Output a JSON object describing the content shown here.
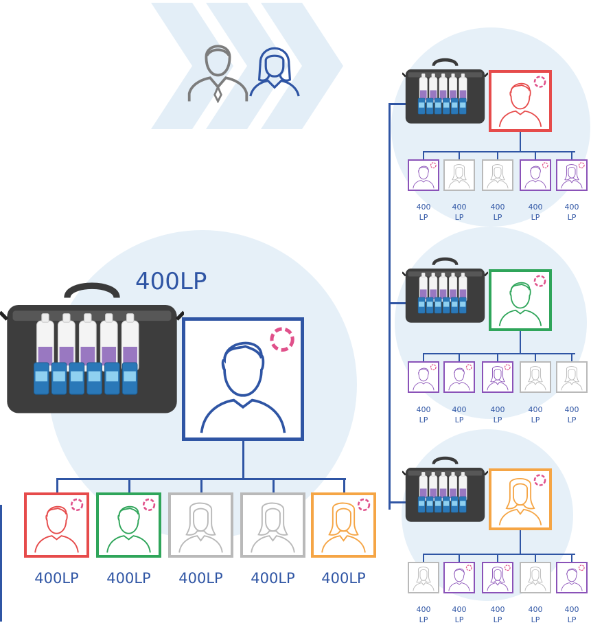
{
  "colors": {
    "blue": "#2f55a4",
    "red": "#e64b4b",
    "green": "#2fa55a",
    "gray": "#b9b9b9",
    "orange": "#f5a545",
    "purple": "#8a52b8",
    "pink_ring": "#e0508a",
    "bg_circle": "#e6f0f8",
    "chevron": "#e3eef7"
  },
  "header_icons": [
    "businessman-icon",
    "businesswoman-icon"
  ],
  "main": {
    "lp_title": "400LP",
    "leader_icon": "male-avatar-icon",
    "children": [
      {
        "color": "red",
        "icon": "male-avatar-icon",
        "label": "400LP"
      },
      {
        "color": "green",
        "icon": "male-avatar-icon",
        "label": "400LP"
      },
      {
        "color": "gray",
        "icon": "female-avatar-icon",
        "label": "400LP"
      },
      {
        "color": "gray",
        "icon": "female-avatar-icon",
        "label": "400LP"
      },
      {
        "color": "orange",
        "icon": "female-avatar-icon",
        "label": "400LP"
      }
    ]
  },
  "branches": [
    {
      "leader_color": "red",
      "leader_icon": "male-avatar-icon",
      "children": [
        {
          "color": "purple",
          "icon": "male-avatar-icon",
          "label_top": "400",
          "label_bottom": "LP"
        },
        {
          "color": "gray",
          "icon": "female-avatar-icon",
          "label_top": "400",
          "label_bottom": "LP"
        },
        {
          "color": "gray",
          "icon": "female-avatar-icon",
          "label_top": "400",
          "label_bottom": "LP"
        },
        {
          "color": "purple",
          "icon": "male-avatar-icon",
          "label_top": "400",
          "label_bottom": "LP"
        },
        {
          "color": "purple",
          "icon": "female-avatar-icon",
          "label_top": "400",
          "label_bottom": "LP"
        }
      ]
    },
    {
      "leader_color": "green",
      "leader_icon": "male-avatar-icon",
      "children": [
        {
          "color": "purple",
          "icon": "male-avatar-icon",
          "label_top": "400",
          "label_bottom": "LP"
        },
        {
          "color": "purple",
          "icon": "male-avatar-icon",
          "label_top": "400",
          "label_bottom": "LP"
        },
        {
          "color": "purple",
          "icon": "female-avatar-icon",
          "label_top": "400",
          "label_bottom": "LP"
        },
        {
          "color": "gray",
          "icon": "female-avatar-icon",
          "label_top": "400",
          "label_bottom": "LP"
        },
        {
          "color": "gray",
          "icon": "female-avatar-icon",
          "label_top": "400",
          "label_bottom": "LP"
        }
      ]
    },
    {
      "leader_color": "orange",
      "leader_icon": "female-avatar-icon",
      "children": [
        {
          "color": "gray",
          "icon": "female-avatar-icon",
          "label_top": "400",
          "label_bottom": "LP"
        },
        {
          "color": "purple",
          "icon": "male-avatar-icon",
          "label_top": "400",
          "label_bottom": "LP"
        },
        {
          "color": "purple",
          "icon": "female-avatar-icon",
          "label_top": "400",
          "label_bottom": "LP"
        },
        {
          "color": "gray",
          "icon": "female-avatar-icon",
          "label_top": "400",
          "label_bottom": "LP"
        },
        {
          "color": "purple",
          "icon": "male-avatar-icon",
          "label_top": "400",
          "label_bottom": "LP"
        }
      ]
    }
  ]
}
